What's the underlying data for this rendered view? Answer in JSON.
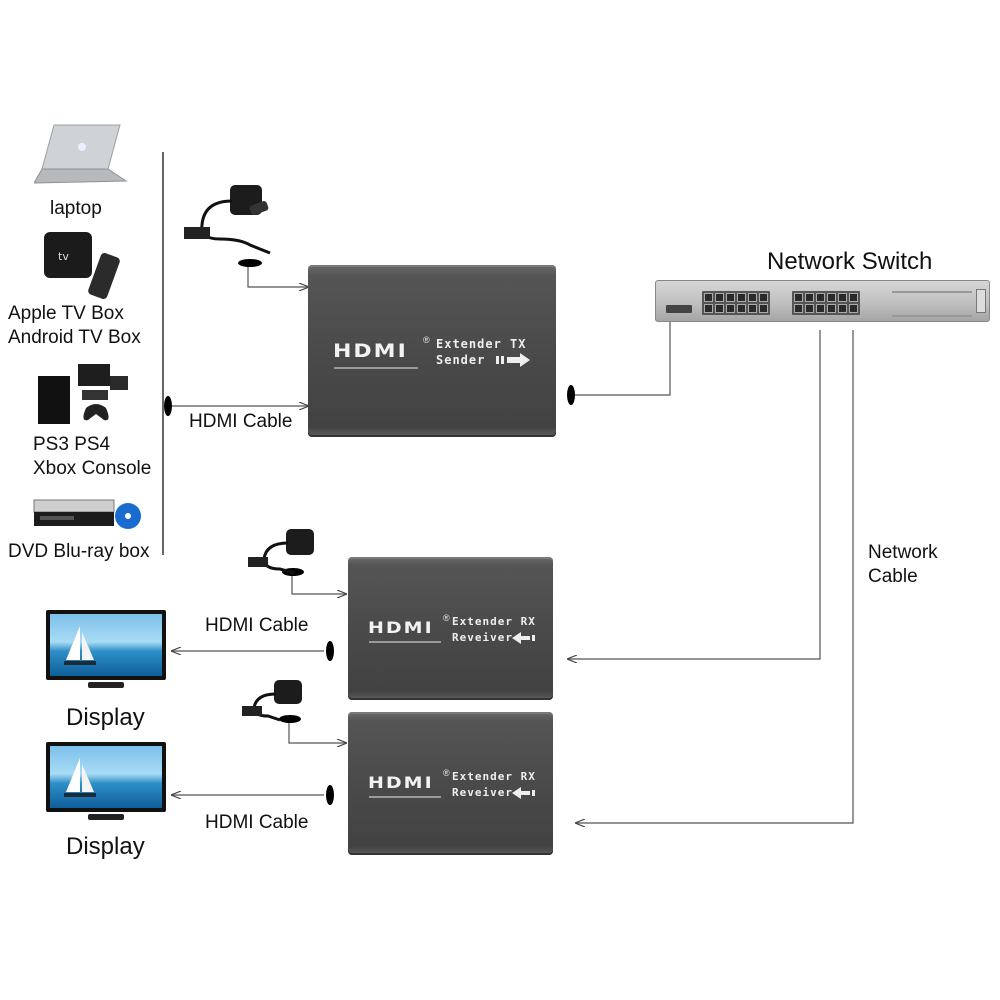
{
  "sources": [
    {
      "label": "laptop"
    },
    {
      "label": "Apple TV Box\nAndroid TV Box"
    },
    {
      "label": "PS3 PS4\nXbox Console"
    },
    {
      "label": "DVD Blu-ray box"
    }
  ],
  "cables": {
    "hdmi_tx": "HDMI Cable",
    "hdmi_rx1": "HDMI Cable",
    "hdmi_rx2": "HDMI Cable",
    "network": "Network\nCable"
  },
  "switch": {
    "label": "Network Switch"
  },
  "transmitter": {
    "logo": "HDMI",
    "line1": "Extender TX",
    "line2": "Sender"
  },
  "receivers": [
    {
      "logo": "HDMI",
      "line1": "Extender RX",
      "line2": "Reveiver"
    },
    {
      "logo": "HDMI",
      "line1": "Extender RX",
      "line2": "Reveiver"
    }
  ],
  "displays": [
    {
      "label": "Display"
    },
    {
      "label": "Display"
    }
  ],
  "icons": {
    "laptop": "laptop-icon",
    "tvbox": "apple-tv-box-icon",
    "console": "game-console-icon",
    "dvd": "dvd-player-icon",
    "power": "power-adapter-icon",
    "display": "tv-display-icon",
    "switch": "network-switch-icon"
  },
  "colors": {
    "device_body": "#4a4a4a",
    "wire": "#555555",
    "screen_sea": "#2e8fc8"
  }
}
